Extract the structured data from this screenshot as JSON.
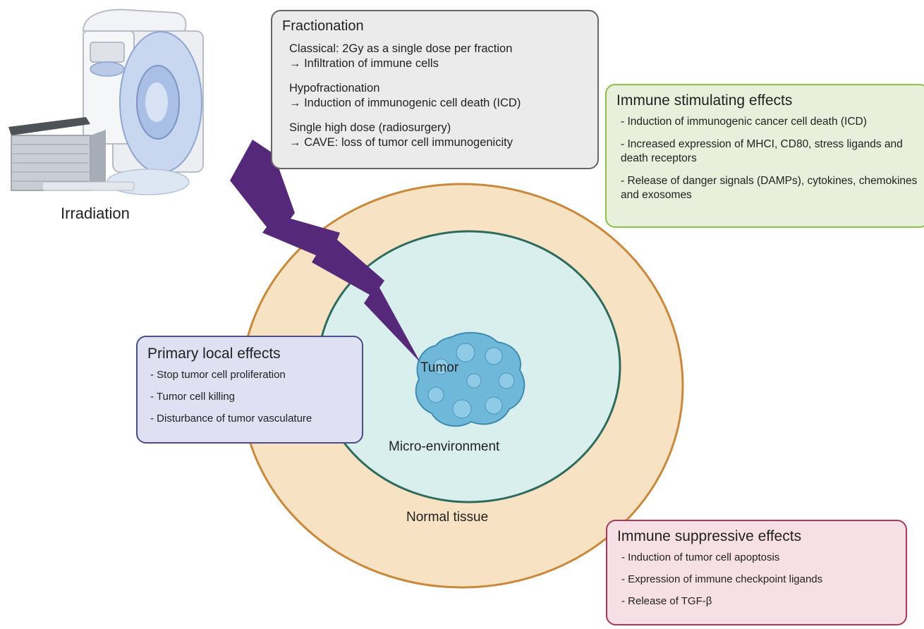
{
  "irradiation_label": "Irradiation",
  "fractionation": {
    "title": "Fractionation",
    "groups": [
      {
        "line1": "Classical: 2Gy as a single dose per fraction",
        "line2": "→ Infiltration of immune cells"
      },
      {
        "line1": "Hypofractionation",
        "line2": "→ Induction of immunogenic cell death (ICD)"
      },
      {
        "line1": "Single high dose (radiosurgery)",
        "line2": "→ CAVE: loss of tumor cell immunogenicity"
      }
    ]
  },
  "immune_stimulating": {
    "title": "Immune stimulating effects",
    "items": [
      "- Induction of immunogenic cancer cell death (ICD)",
      "- Increased expression of MHCI, CD80, stress ligands and death receptors",
      "- Release of danger signals (DAMPs),  cytokines, chemokines and exosomes"
    ]
  },
  "primary_local": {
    "title": "Primary local effects",
    "items": [
      "- Stop tumor cell proliferation",
      "- Tumor cell killing",
      "- Disturbance of tumor vasculature"
    ]
  },
  "immune_suppressive": {
    "title": "Immune suppressive effects",
    "items": [
      "- Induction of tumor cell apoptosis",
      "- Expression of immune checkpoint ligands",
      "- Release of TGF-β"
    ]
  },
  "tumor_label": "Tumor",
  "microenvironment_label": "Micro-environment",
  "normal_tissue_label": "Normal tissue",
  "colors": {
    "normal_tissue_fill": "#f7e2c3",
    "normal_tissue_stroke": "#c9893c",
    "microenvironment_fill": "#d9efee",
    "microenvironment_stroke": "#2e6b5c",
    "lightning": "#55287a",
    "tumor": "#6fb8d9"
  }
}
